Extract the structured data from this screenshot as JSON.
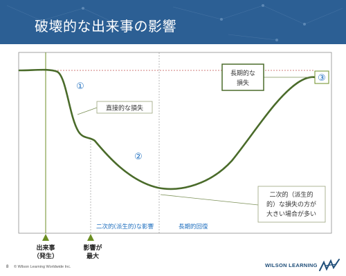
{
  "slide": {
    "title": "破壊的な出来事の影響"
  },
  "diagram": {
    "marker_1": "①",
    "marker_2": "②",
    "marker_3": "③",
    "callout_direct": "直接的な損失",
    "callout_longterm": [
      "長期的な",
      "損失"
    ],
    "callout_secondary": [
      "二次的（派生的",
      "的）な損失の方が",
      "大きい場合が多い"
    ],
    "zone_secondary_label": "二次的(派生的)な影響",
    "zone_recovery_label": "長期的回復",
    "event_label": [
      "出来事",
      "（発生）"
    ],
    "peak_label": [
      "影響が",
      "最大"
    ]
  },
  "footer": {
    "page_number": "8",
    "copyright": "© Wilson Learning Worldwide Inc.",
    "logo_text": "WILSON LEARNING"
  },
  "colors": {
    "header_bg": "#2c5f94",
    "curve": "#4a6b2a",
    "marker_green": "#6b8e23",
    "baseline": "#c0504d",
    "marker_number": "#1f6fbf",
    "zone_label": "#1f6fbf"
  }
}
